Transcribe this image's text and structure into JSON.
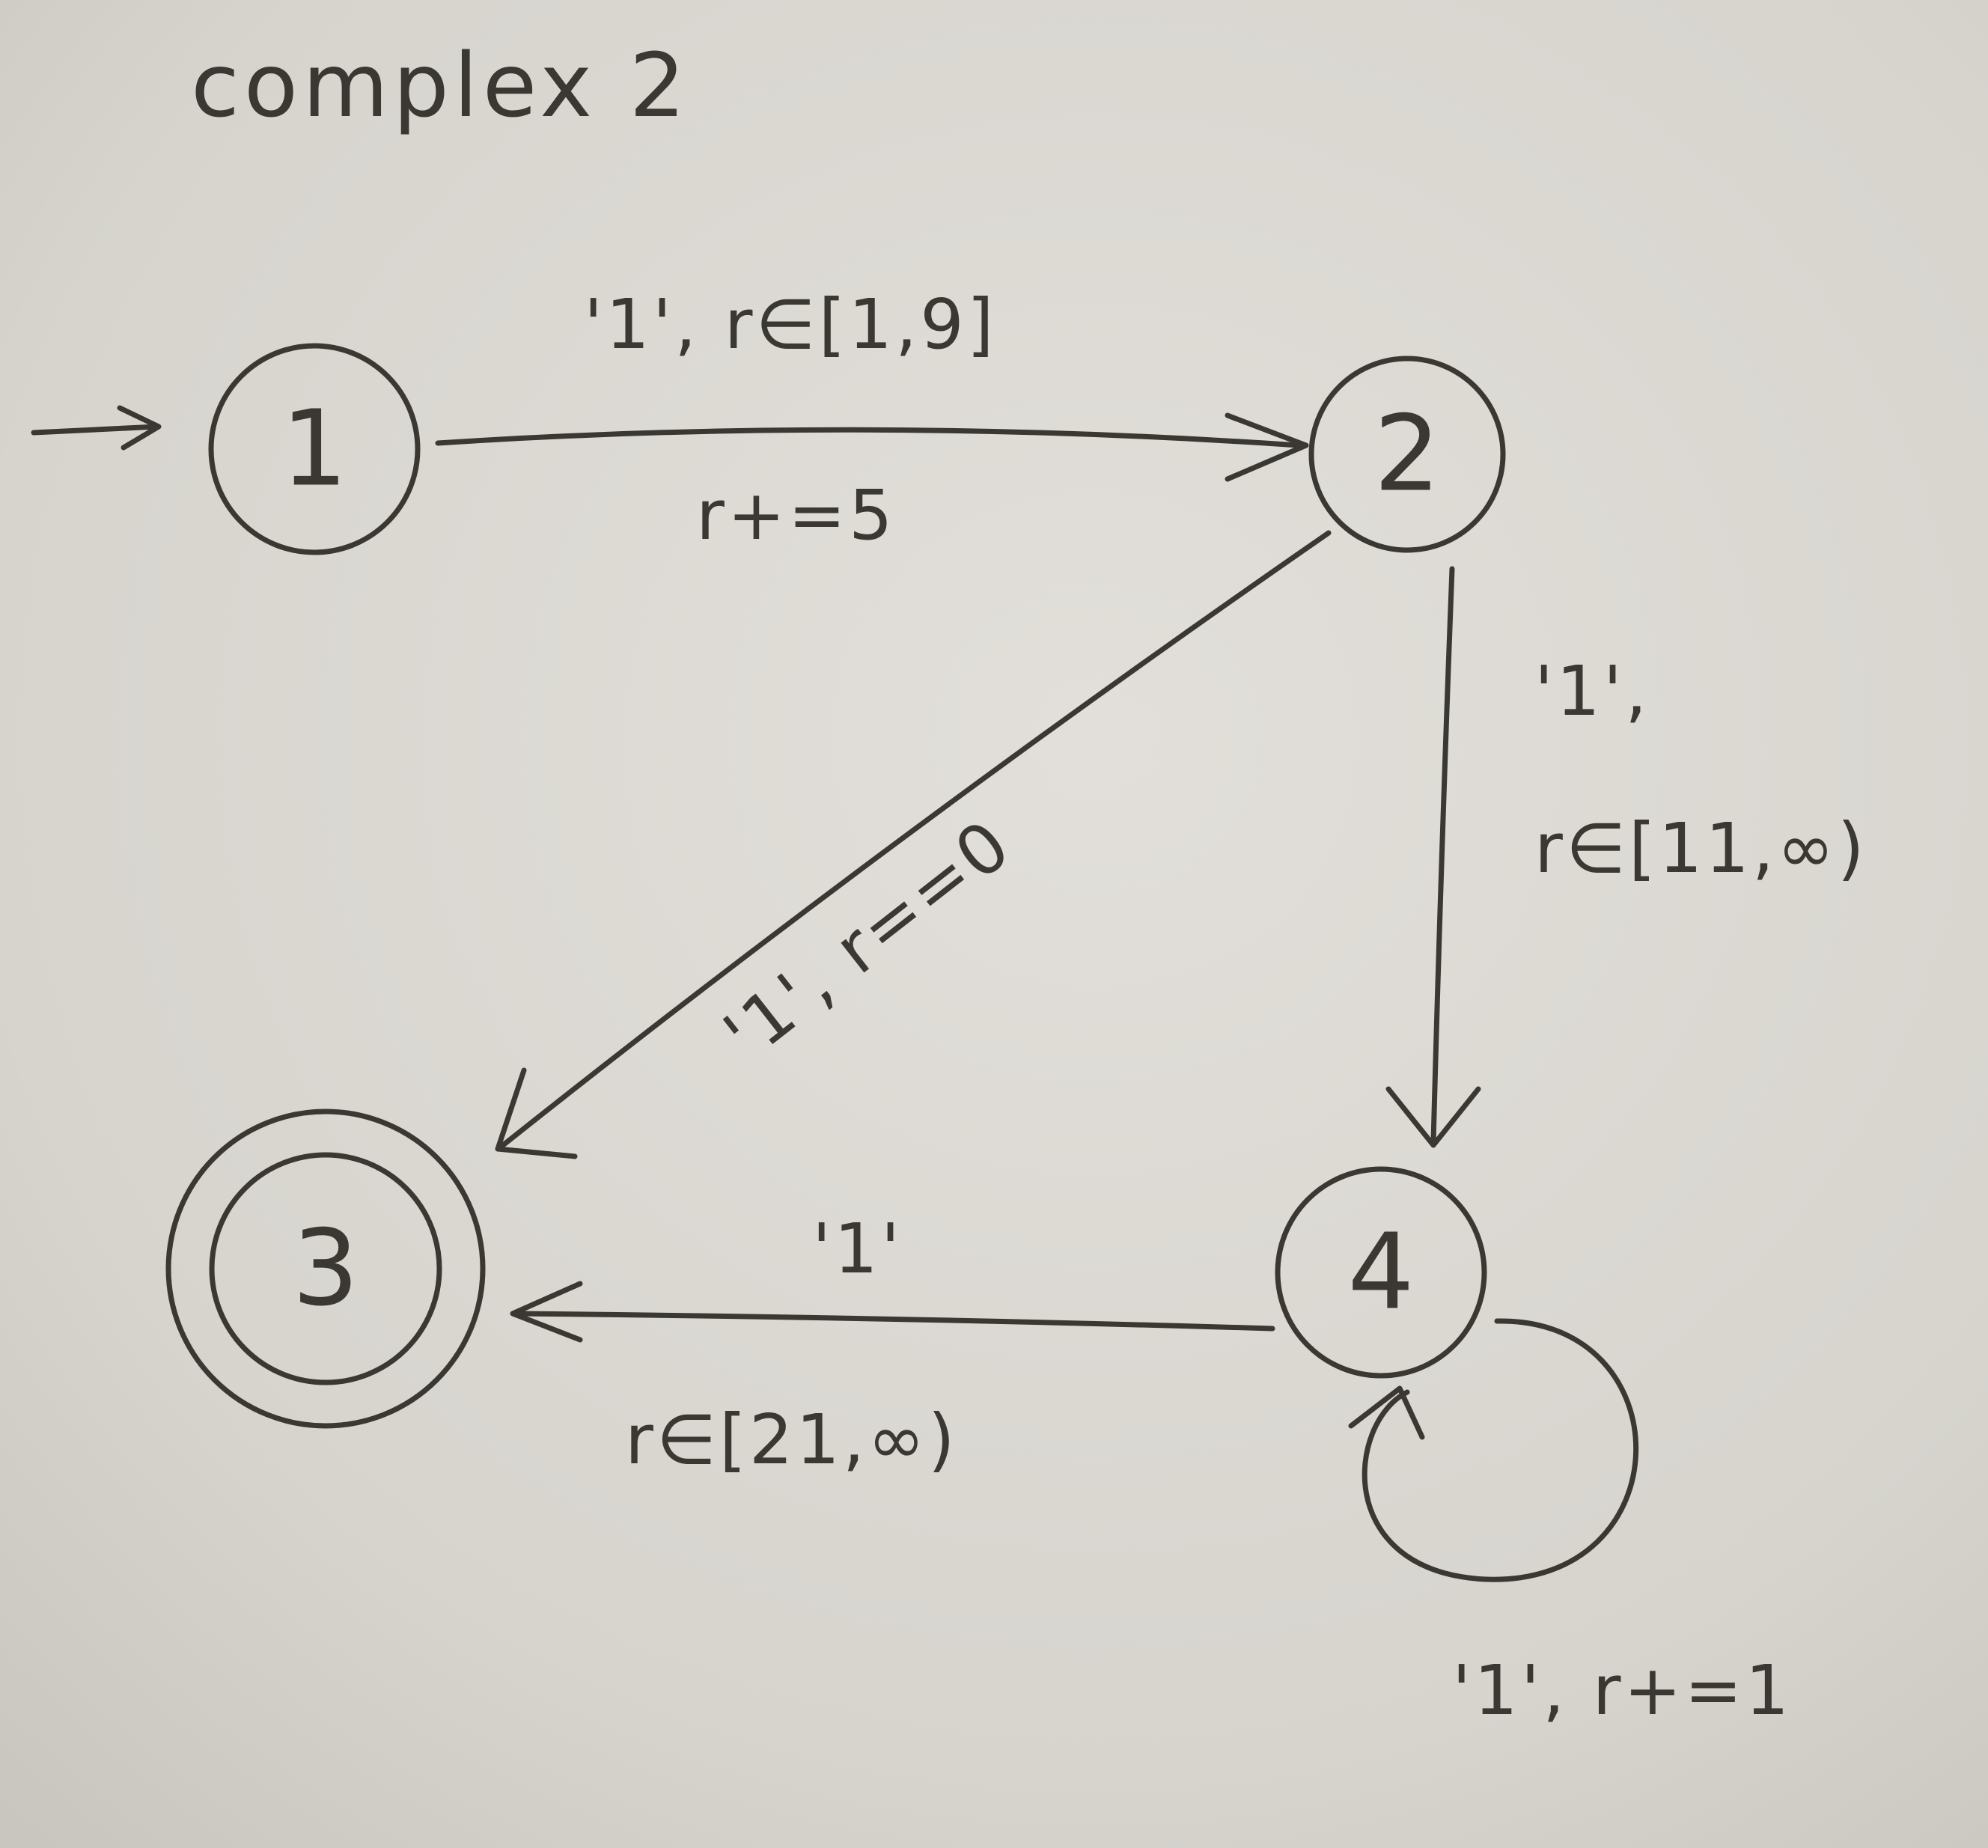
{
  "title": "complex 2",
  "states": [
    {
      "id": "1",
      "label": "1",
      "start": true,
      "accepting": false
    },
    {
      "id": "2",
      "label": "2",
      "start": false,
      "accepting": false
    },
    {
      "id": "3",
      "label": "3",
      "start": false,
      "accepting": true
    },
    {
      "id": "4",
      "label": "4",
      "start": false,
      "accepting": false
    }
  ],
  "transitions": [
    {
      "from": "1",
      "to": "2",
      "condition": "'1', r∈[1,9]",
      "action": "r+=5"
    },
    {
      "from": "2",
      "to": "4",
      "condition": "'1',",
      "condition_2": "r∈[11,∞)"
    },
    {
      "from": "2",
      "to": "3",
      "condition": "'1', r==0"
    },
    {
      "from": "4",
      "to": "3",
      "condition": "'1'",
      "action": "r∈[21,∞)"
    },
    {
      "from": "4",
      "to": "4",
      "condition": "'1', r+=1"
    }
  ],
  "colors": {
    "ink": "#3b3833",
    "paper": "#d9d6d1"
  }
}
